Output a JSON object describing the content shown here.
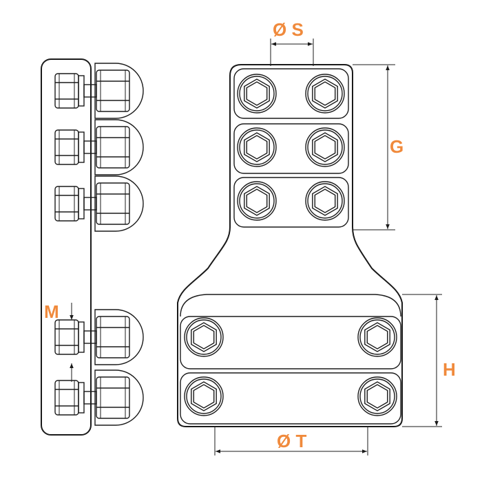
{
  "labels": {
    "s": "Ø S",
    "g": "G",
    "h": "H",
    "t": "Ø T",
    "m": "M"
  },
  "colors": {
    "label": "#F08A3C",
    "line": "#1A1A1A",
    "background": "#FFFFFF"
  }
}
